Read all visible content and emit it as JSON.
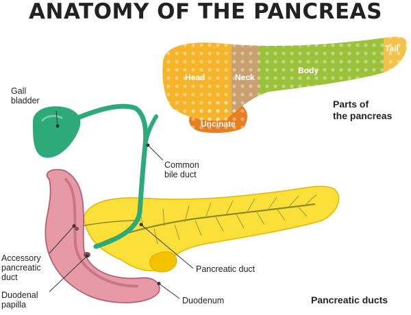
{
  "title": "ANATOMY OF THE PANCREAS",
  "parts": {
    "head": "Head",
    "neck": "Neck",
    "body": "Body",
    "tail": "Tail",
    "uncinate": "Uncinate"
  },
  "labels": {
    "gallbladder": "Gall\nbladder",
    "common_bile_duct": "Common\nbile duct",
    "accessory_duct": "Accessory\npancreatic\nduct",
    "duodenal_papilla": "Duodenal\npapilla",
    "pancreatic_duct": "Pancreatic duct",
    "duodenum": "Duodenum"
  },
  "captions": {
    "parts": "Parts of\nthe pancreas",
    "ducts": "Pancreatic ducts"
  },
  "colors": {
    "head": "#f5b52a",
    "neck": "#c9a070",
    "body": "#9cc23c",
    "tail": "#f3c24a",
    "uncinate": "#e67e22",
    "pancreas": "#fbe03a",
    "gallbladder": "#2eaa7a",
    "duodenum": "#e79aa6"
  }
}
